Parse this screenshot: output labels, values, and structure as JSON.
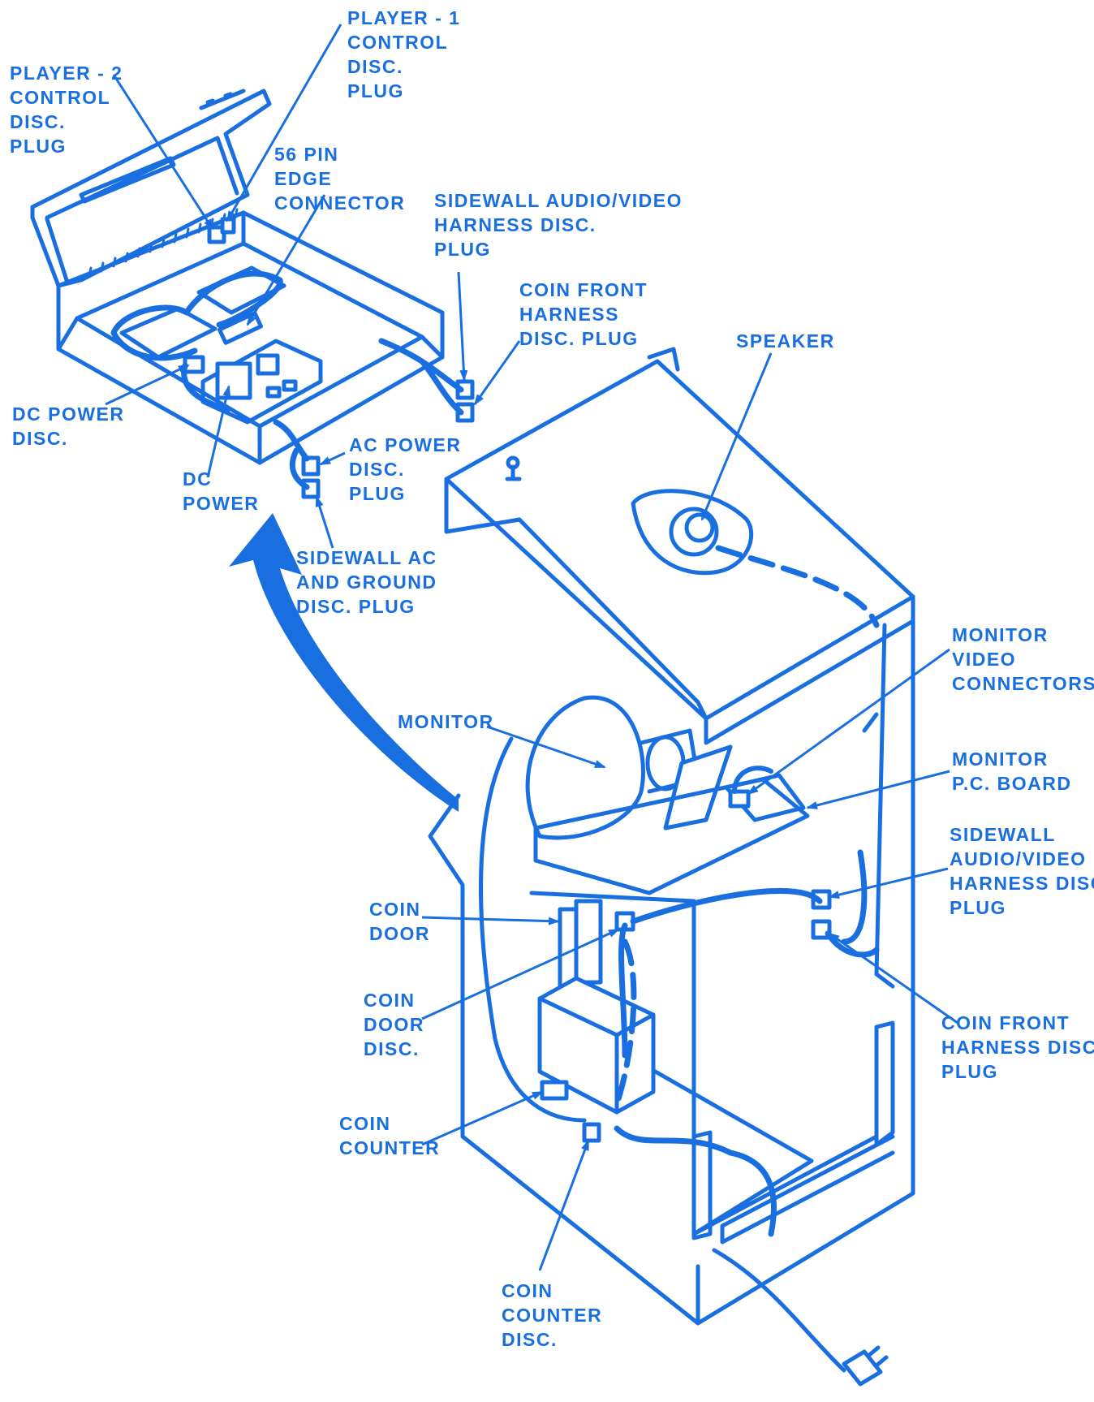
{
  "colors": {
    "ink": "#1a6fe0",
    "paper": "#ffffff"
  },
  "labels": {
    "player2": [
      "PLAYER - 2",
      "CONTROL",
      "DISC.",
      "PLUG"
    ],
    "player1": [
      "PLAYER - 1",
      "CONTROL",
      "DISC.",
      "PLUG"
    ],
    "edge_connector": [
      "56 PIN",
      "EDGE",
      "CONNECTOR"
    ],
    "sidewall_av_top": [
      "SIDEWALL AUDIO/VIDEO",
      "HARNESS DISC.",
      "PLUG"
    ],
    "coin_front_top": [
      "COIN FRONT",
      "HARNESS",
      "DISC. PLUG"
    ],
    "speaker": [
      "SPEAKER"
    ],
    "dc_power_disc": [
      "DC POWER",
      "DISC."
    ],
    "dc_power": [
      "DC",
      "POWER"
    ],
    "ac_power_disc": [
      "AC POWER",
      "DISC.",
      "PLUG"
    ],
    "sidewall_ac": [
      "SIDEWALL AC",
      "AND GROUND",
      "DISC. PLUG"
    ],
    "monitor_video": [
      "MONITOR",
      "VIDEO",
      "CONNECTORS"
    ],
    "monitor": [
      "MONITOR"
    ],
    "monitor_pcb": [
      "MONITOR",
      "P.C. BOARD"
    ],
    "sidewall_av_side": [
      "SIDEWALL",
      "AUDIO/VIDEO",
      "HARNESS DISC.",
      "PLUG"
    ],
    "coin_door": [
      "COIN",
      "DOOR"
    ],
    "coin_door_disc": [
      "COIN",
      "DOOR",
      "DISC."
    ],
    "coin_front_side": [
      "COIN FRONT",
      "HARNESS DISC.",
      "PLUG"
    ],
    "coin_counter": [
      "COIN",
      "COUNTER"
    ],
    "coin_counter_disc": [
      "COIN",
      "COUNTER",
      "DISC."
    ]
  }
}
